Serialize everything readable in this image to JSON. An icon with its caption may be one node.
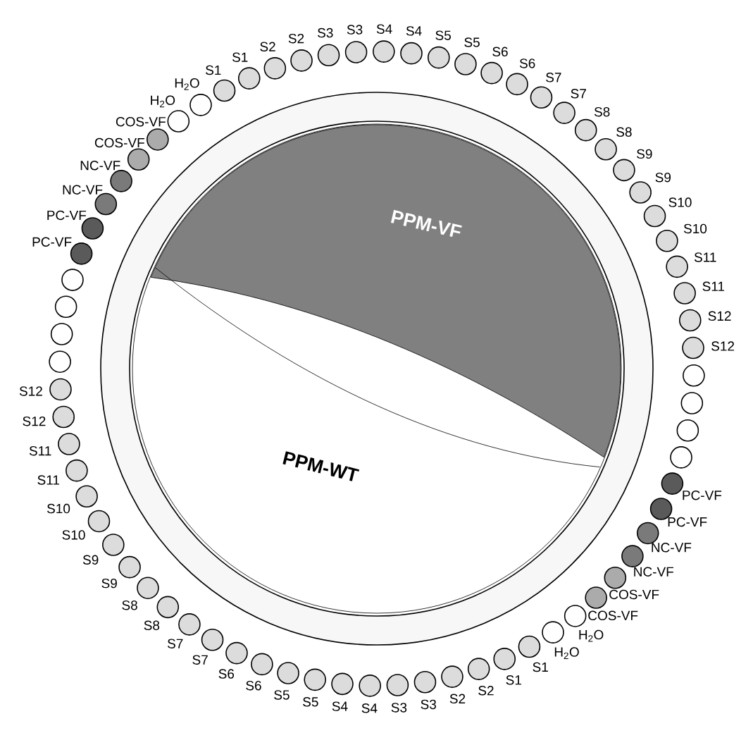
{
  "diagram": {
    "nodes": [
      {
        "text": [
          "PPM-VF"
        ]
      },
      {
        "text": [
          "PPM-WT"
        ]
      }
    ],
    "labels": [
      "H$_{2}$O",
      "H$_{2}$O",
      "S1",
      "S1",
      "S2",
      "S2",
      "S3",
      "S3",
      "S4",
      "S4",
      "S5",
      "S5",
      "S6",
      "S6",
      "S7",
      "S7",
      "S8",
      "S8",
      "S9",
      "S9",
      "S10",
      "S10",
      "S11",
      "S11",
      "S12",
      "S12",
      "PC-VF",
      "PC-VF",
      "NC-VF",
      "NC-VF",
      "COS-VF",
      "COS-VF",
      "H$_{2}$O",
      "H$_{2}$O",
      "S1",
      "S1",
      "S2",
      "S2",
      "S3",
      "S3",
      "S4",
      "S4",
      "S5",
      "S5",
      "S6",
      "S6",
      "S7",
      "S7",
      "S8",
      "S8",
      "S9",
      "S9",
      "S10",
      "S10",
      "S11",
      "S11",
      "S12",
      "S12",
      "PC-VF",
      "PC-VF",
      "NC-VF",
      "NC-VF",
      "COS-VF",
      "COS-VF"
    ]
  }
}
